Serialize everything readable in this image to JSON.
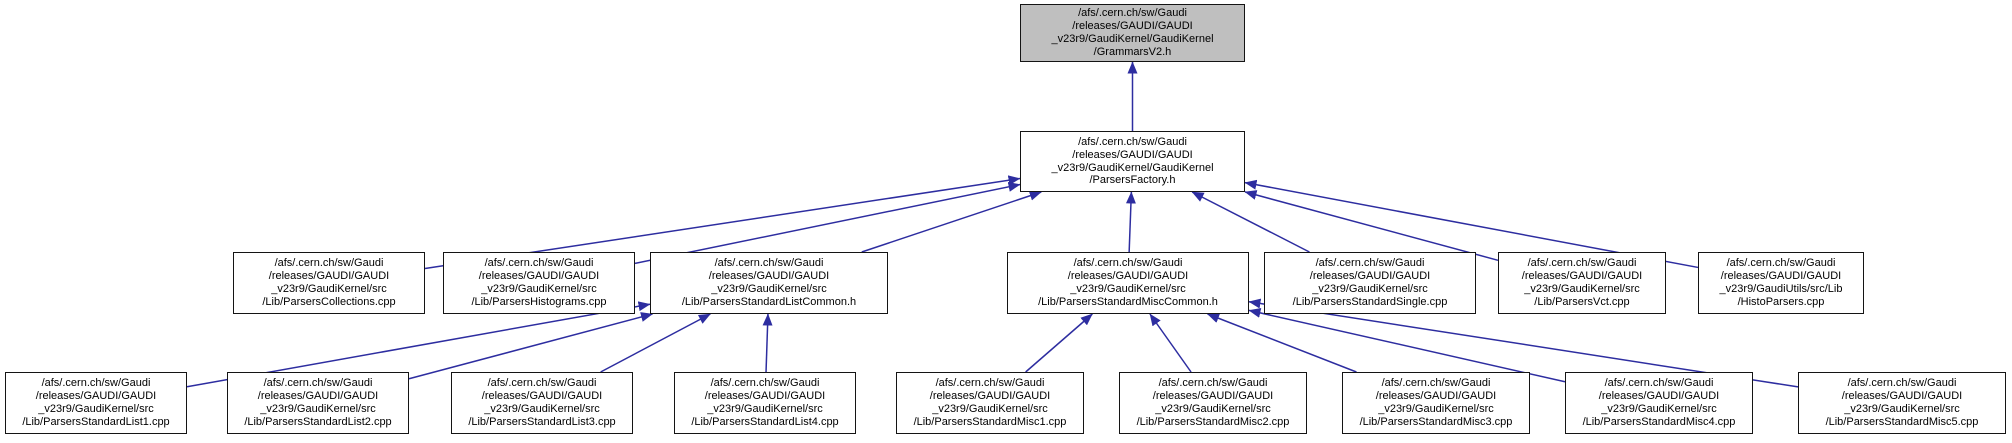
{
  "diagram": {
    "type": "include-dependency-graph",
    "background_color": "#ffffff",
    "node_fill": "#ffffff",
    "highlight_node_fill": "#bfbfbf",
    "node_border_color": "#141414",
    "edge_color": "#2d2da0"
  },
  "nodes": [
    {
      "id": "grammars",
      "highlighted": true,
      "label": "/afs/.cern.ch/sw/Gaudi\n/releases/GAUDI/GAUDI\n_v23r9/GaudiKernel/GaudiKernel\n/GrammarsV2.h"
    },
    {
      "id": "factory",
      "highlighted": false,
      "label": "/afs/.cern.ch/sw/Gaudi\n/releases/GAUDI/GAUDI\n_v23r9/GaudiKernel/GaudiKernel\n/ParsersFactory.h"
    },
    {
      "id": "collections",
      "highlighted": false,
      "label": "/afs/.cern.ch/sw/Gaudi\n/releases/GAUDI/GAUDI\n_v23r9/GaudiKernel/src\n/Lib/ParsersCollections.cpp"
    },
    {
      "id": "histograms",
      "highlighted": false,
      "label": "/afs/.cern.ch/sw/Gaudi\n/releases/GAUDI/GAUDI\n_v23r9/GaudiKernel/src\n/Lib/ParsersHistograms.cpp"
    },
    {
      "id": "listcommon",
      "highlighted": false,
      "label": "/afs/.cern.ch/sw/Gaudi\n/releases/GAUDI/GAUDI\n_v23r9/GaudiKernel/src\n/Lib/ParsersStandardListCommon.h"
    },
    {
      "id": "misccommon",
      "highlighted": false,
      "label": "/afs/.cern.ch/sw/Gaudi\n/releases/GAUDI/GAUDI\n_v23r9/GaudiKernel/src\n/Lib/ParsersStandardMiscCommon.h"
    },
    {
      "id": "single",
      "highlighted": false,
      "label": "/afs/.cern.ch/sw/Gaudi\n/releases/GAUDI/GAUDI\n_v23r9/GaudiKernel/src\n/Lib/ParsersStandardSingle.cpp"
    },
    {
      "id": "vct",
      "highlighted": false,
      "label": "/afs/.cern.ch/sw/Gaudi\n/releases/GAUDI/GAUDI\n_v23r9/GaudiKernel/src\n/Lib/ParsersVct.cpp"
    },
    {
      "id": "histoparsers",
      "highlighted": false,
      "label": "/afs/.cern.ch/sw/Gaudi\n/releases/GAUDI/GAUDI\n_v23r9/GaudiUtils/src/Lib\n/HistoParsers.cpp"
    },
    {
      "id": "list1",
      "highlighted": false,
      "label": "/afs/.cern.ch/sw/Gaudi\n/releases/GAUDI/GAUDI\n_v23r9/GaudiKernel/src\n/Lib/ParsersStandardList1.cpp"
    },
    {
      "id": "list2",
      "highlighted": false,
      "label": "/afs/.cern.ch/sw/Gaudi\n/releases/GAUDI/GAUDI\n_v23r9/GaudiKernel/src\n/Lib/ParsersStandardList2.cpp"
    },
    {
      "id": "list3",
      "highlighted": false,
      "label": "/afs/.cern.ch/sw/Gaudi\n/releases/GAUDI/GAUDI\n_v23r9/GaudiKernel/src\n/Lib/ParsersStandardList3.cpp"
    },
    {
      "id": "list4",
      "highlighted": false,
      "label": "/afs/.cern.ch/sw/Gaudi\n/releases/GAUDI/GAUDI\n_v23r9/GaudiKernel/src\n/Lib/ParsersStandardList4.cpp"
    },
    {
      "id": "misc1",
      "highlighted": false,
      "label": "/afs/.cern.ch/sw/Gaudi\n/releases/GAUDI/GAUDI\n_v23r9/GaudiKernel/src\n/Lib/ParsersStandardMisc1.cpp"
    },
    {
      "id": "misc2",
      "highlighted": false,
      "label": "/afs/.cern.ch/sw/Gaudi\n/releases/GAUDI/GAUDI\n_v23r9/GaudiKernel/src\n/Lib/ParsersStandardMisc2.cpp"
    },
    {
      "id": "misc3",
      "highlighted": false,
      "label": "/afs/.cern.ch/sw/Gaudi\n/releases/GAUDI/GAUDI\n_v23r9/GaudiKernel/src\n/Lib/ParsersStandardMisc3.cpp"
    },
    {
      "id": "misc4",
      "highlighted": false,
      "label": "/afs/.cern.ch/sw/Gaudi\n/releases/GAUDI/GAUDI\n_v23r9/GaudiKernel/src\n/Lib/ParsersStandardMisc4.cpp"
    },
    {
      "id": "misc5",
      "highlighted": false,
      "label": "/afs/.cern.ch/sw/Gaudi\n/releases/GAUDI/GAUDI\n_v23r9/GaudiKernel/src\n/Lib/ParsersStandardMisc5.cpp"
    }
  ],
  "edges": [
    {
      "from": "factory",
      "to": "grammars"
    },
    {
      "from": "collections",
      "to": "factory"
    },
    {
      "from": "histograms",
      "to": "factory"
    },
    {
      "from": "listcommon",
      "to": "factory"
    },
    {
      "from": "misccommon",
      "to": "factory"
    },
    {
      "from": "single",
      "to": "factory"
    },
    {
      "from": "vct",
      "to": "factory"
    },
    {
      "from": "histoparsers",
      "to": "factory"
    },
    {
      "from": "list1",
      "to": "listcommon"
    },
    {
      "from": "list2",
      "to": "listcommon"
    },
    {
      "from": "list3",
      "to": "listcommon"
    },
    {
      "from": "list4",
      "to": "listcommon"
    },
    {
      "from": "misc1",
      "to": "misccommon"
    },
    {
      "from": "misc2",
      "to": "misccommon"
    },
    {
      "from": "misc3",
      "to": "misccommon"
    },
    {
      "from": "misc4",
      "to": "misccommon"
    },
    {
      "from": "misc5",
      "to": "misccommon"
    }
  ]
}
